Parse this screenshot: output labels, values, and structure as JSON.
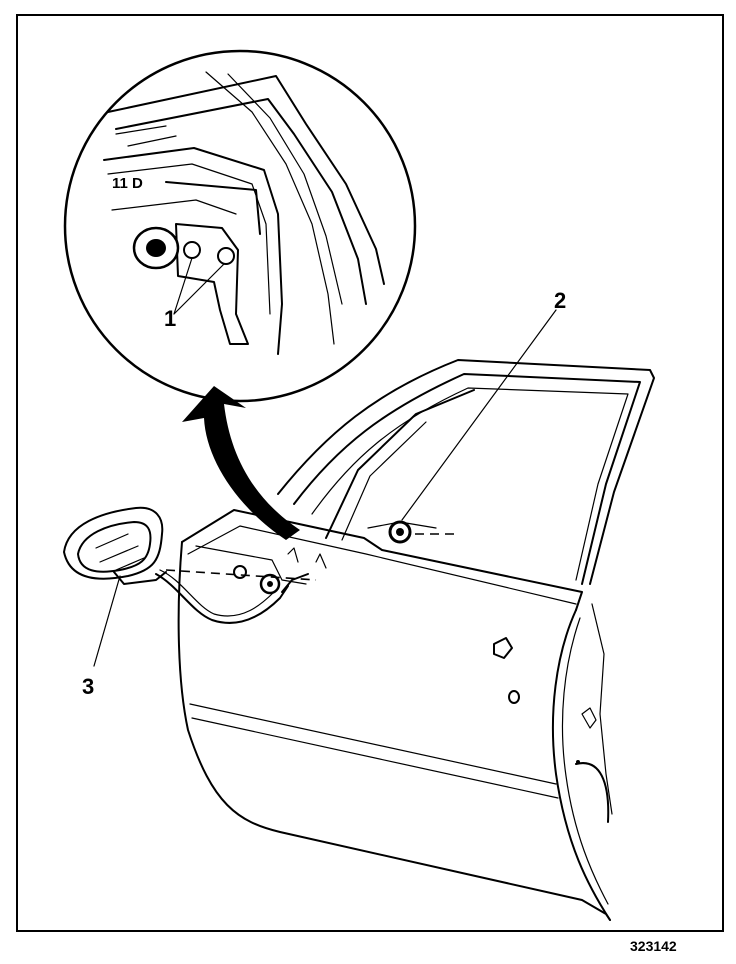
{
  "callouts": [
    {
      "label": "1"
    },
    {
      "label": "2"
    },
    {
      "label": "3"
    }
  ],
  "inset_text": "11 D",
  "figure_number": "323142"
}
